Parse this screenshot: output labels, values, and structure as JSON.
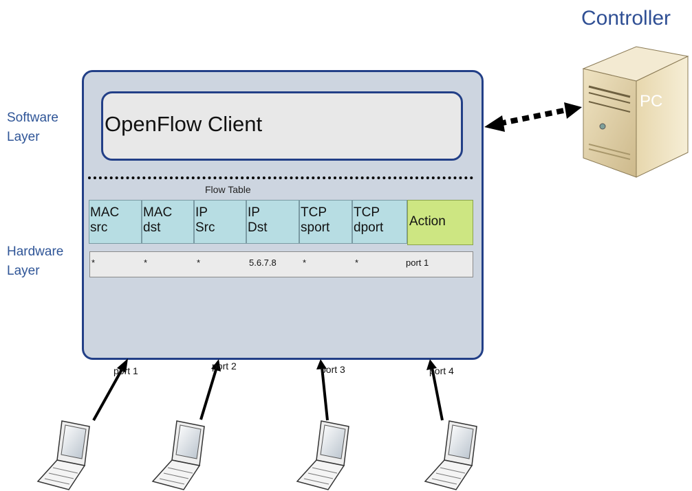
{
  "controller": {
    "title": "Controller",
    "pc_label": "PC"
  },
  "layers": {
    "software": [
      "Software",
      "Layer"
    ],
    "hardware": [
      "Hardware",
      "Layer"
    ]
  },
  "client": {
    "label": "OpenFlow Client"
  },
  "flow_table": {
    "title": "Flow Table",
    "headers": [
      [
        "MAC",
        "src"
      ],
      [
        "MAC",
        "dst"
      ],
      [
        "IP",
        "Src"
      ],
      [
        "IP",
        "Dst"
      ],
      [
        "TCP",
        "sport"
      ],
      [
        "TCP",
        "dport"
      ]
    ],
    "action_header": "Action",
    "row": [
      "*",
      "*",
      "*",
      "5.6.7.8",
      "*",
      "*",
      "port 1"
    ]
  },
  "ports": [
    "port 1",
    "port 2",
    "port 3",
    "port 4"
  ],
  "colors": {
    "switch_fill": "#cdd5e0",
    "border_blue": "#223f87",
    "header_cyan": "#b7dde3",
    "action_green": "#cde682",
    "label_blue": "#2f5597"
  }
}
